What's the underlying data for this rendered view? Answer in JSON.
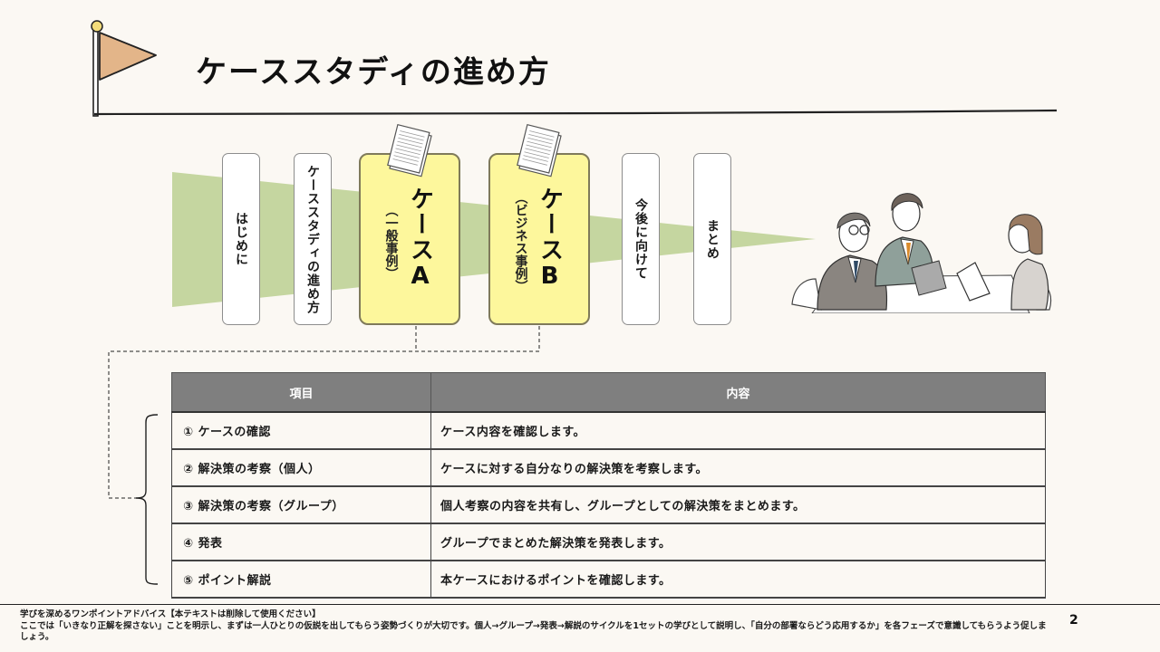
{
  "slide": {
    "title": "ケーススタディの進め方",
    "page_number": "2"
  },
  "colors": {
    "background": "#fbf8f3",
    "flag": "#e3b589",
    "flag_knob": "#f3dc7a",
    "funnel": "#c5d6a0",
    "case_card": "#fdf79c",
    "table_header": "#7f7f7f"
  },
  "flow": {
    "steps": [
      {
        "label": "はじめに",
        "type": "step"
      },
      {
        "label": "ケーススタディの進め方",
        "type": "step"
      },
      {
        "label": "ケースA",
        "sub": "（一般事例）",
        "type": "case",
        "icon": "document-icon"
      },
      {
        "label": "ケースB",
        "sub": "（ビジネス事例）",
        "type": "case",
        "icon": "document-icon"
      },
      {
        "label": "今後に向けて",
        "type": "step"
      },
      {
        "label": "まとめ",
        "type": "step"
      }
    ],
    "illustration": "meeting-people-illustration"
  },
  "table": {
    "headers": [
      "項目",
      "内容"
    ],
    "rows": [
      {
        "item": "① ケースの確認",
        "content": "ケース内容を確認します。"
      },
      {
        "item": "② 解決策の考察（個人）",
        "content": "ケースに対する自分なりの解決策を考察します。"
      },
      {
        "item": "③ 解決策の考察（グループ）",
        "content": "個人考察の内容を共有し、グループとしての解決策をまとめます。"
      },
      {
        "item": "④ 発表",
        "content": "グループでまとめた解決策を発表します。"
      },
      {
        "item": "⑤ ポイント解説",
        "content": "本ケースにおけるポイントを確認します。"
      }
    ]
  },
  "footer": {
    "line1": "学びを深めるワンポイントアドバイス【本テキストは削除して使用ください】",
    "line2": "ここでは「いきなり正解を探さない」ことを明示し、まずは一人ひとりの仮説を出してもらう姿勢づくりが大切です。個人→グループ→発表→解説のサイクルを1セットの学びとして説明し、「自分の部署ならどう応用するか」を各フェーズで意識してもらうよう促しましょう。"
  }
}
